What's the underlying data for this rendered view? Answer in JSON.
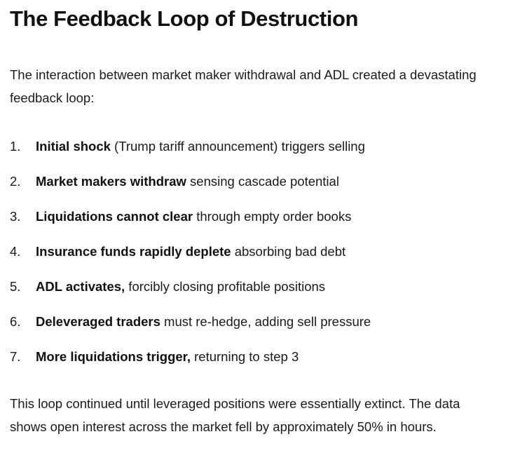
{
  "document": {
    "title": "The Feedback Loop of Destruction",
    "intro_paragraph": "The interaction between market maker withdrawal and ADL created a devastating feedback loop:",
    "steps": [
      {
        "number": "1.",
        "lead": "Initial shock",
        "rest": " (Trump tariff announcement) triggers selling"
      },
      {
        "number": "2.",
        "lead": "Market makers withdraw",
        "rest": " sensing cascade potential"
      },
      {
        "number": "3.",
        "lead": "Liquidations cannot clear",
        "rest": " through empty order books"
      },
      {
        "number": "4.",
        "lead": "Insurance funds rapidly deplete",
        "rest": " absorbing bad debt"
      },
      {
        "number": "5.",
        "lead": "ADL activates,",
        "rest": " forcibly closing profitable positions"
      },
      {
        "number": "6.",
        "lead": "Deleveraged traders",
        "rest": " must re-hedge, adding sell pressure"
      },
      {
        "number": "7.",
        "lead": "More liquidations trigger,",
        "rest": " returning to step 3"
      }
    ],
    "closing_paragraph": "This loop continued until leveraged positions were essentially extinct. The data shows open interest across the market fell by approximately 50% in hours."
  },
  "colors": {
    "background": "#ffffff",
    "text": "#1a1a1a",
    "heading": "#111111"
  }
}
